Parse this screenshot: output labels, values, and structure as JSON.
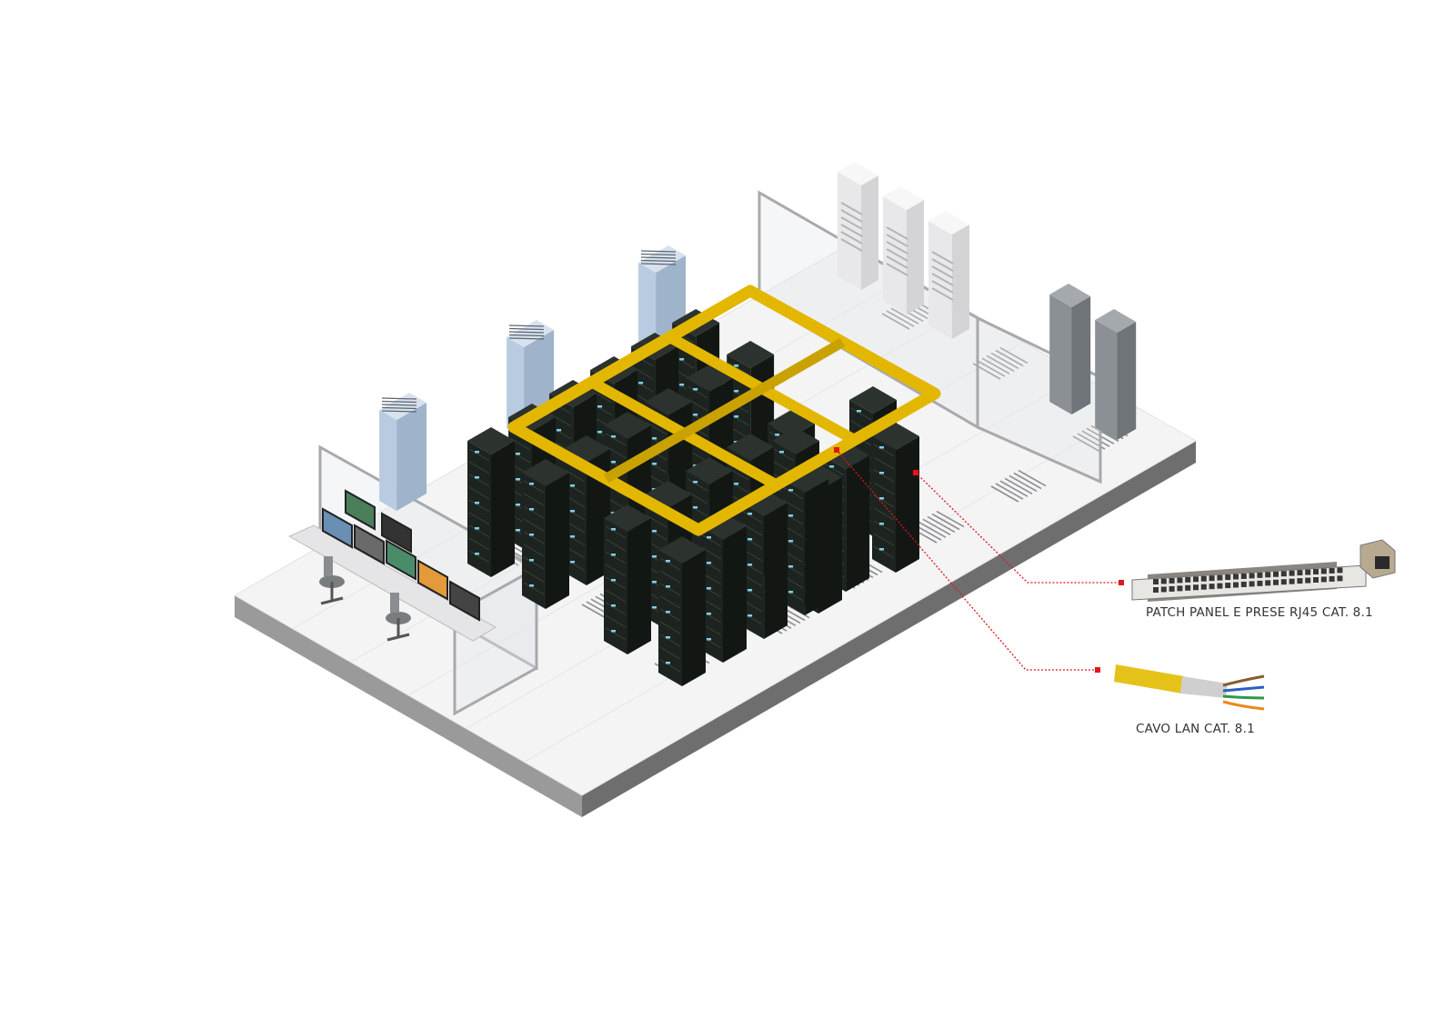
{
  "callouts": [
    {
      "id": "patch",
      "label": "PATCH PANEL E PRESE RJ45 CAT. 8.1"
    },
    {
      "id": "cable",
      "label": "CAVO LAN CAT. 8.1"
    }
  ],
  "colors": {
    "floor_top": "#f4f4f5",
    "floor_side_left": "#9a9a9a",
    "floor_side_right": "#6e6e6e",
    "rack": "#1d2420",
    "cable_tray": "#e3b700",
    "ac_unit": "#b9cbe0",
    "callout_line": "#e3141b",
    "lan_cable": "#e5c21a"
  }
}
